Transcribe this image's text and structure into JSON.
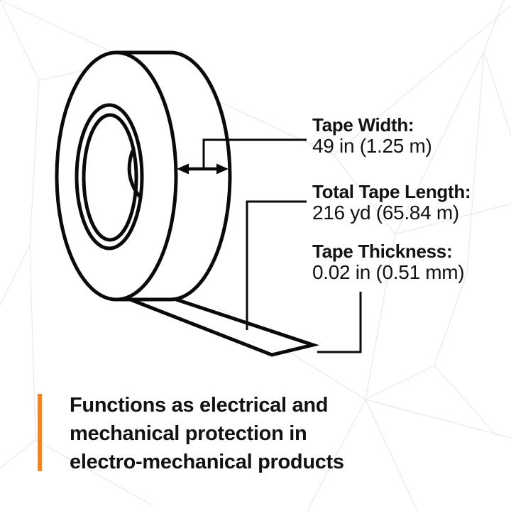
{
  "product_diagram": {
    "subject": "tape-roll",
    "callouts": [
      {
        "label": "Tape Width:",
        "value": "49 in (1.25 m)"
      },
      {
        "label": "Total Tape Length:",
        "value": "216 yd (65.84 m)"
      },
      {
        "label": "Tape Thickness:",
        "value": "0.02 in (0.51 mm)"
      }
    ]
  },
  "description": {
    "lines": [
      "Functions as electrical and",
      "mechanical protection in",
      "electro-mechanical products"
    ]
  },
  "icons": {
    "width_arrow": "double-headed-horizontal-arrow"
  },
  "colors": {
    "accent": "#F5831F",
    "ink": "#121212",
    "line": "#0a0a0a",
    "mesh": "#e9e9e9",
    "background": "#ffffff"
  }
}
